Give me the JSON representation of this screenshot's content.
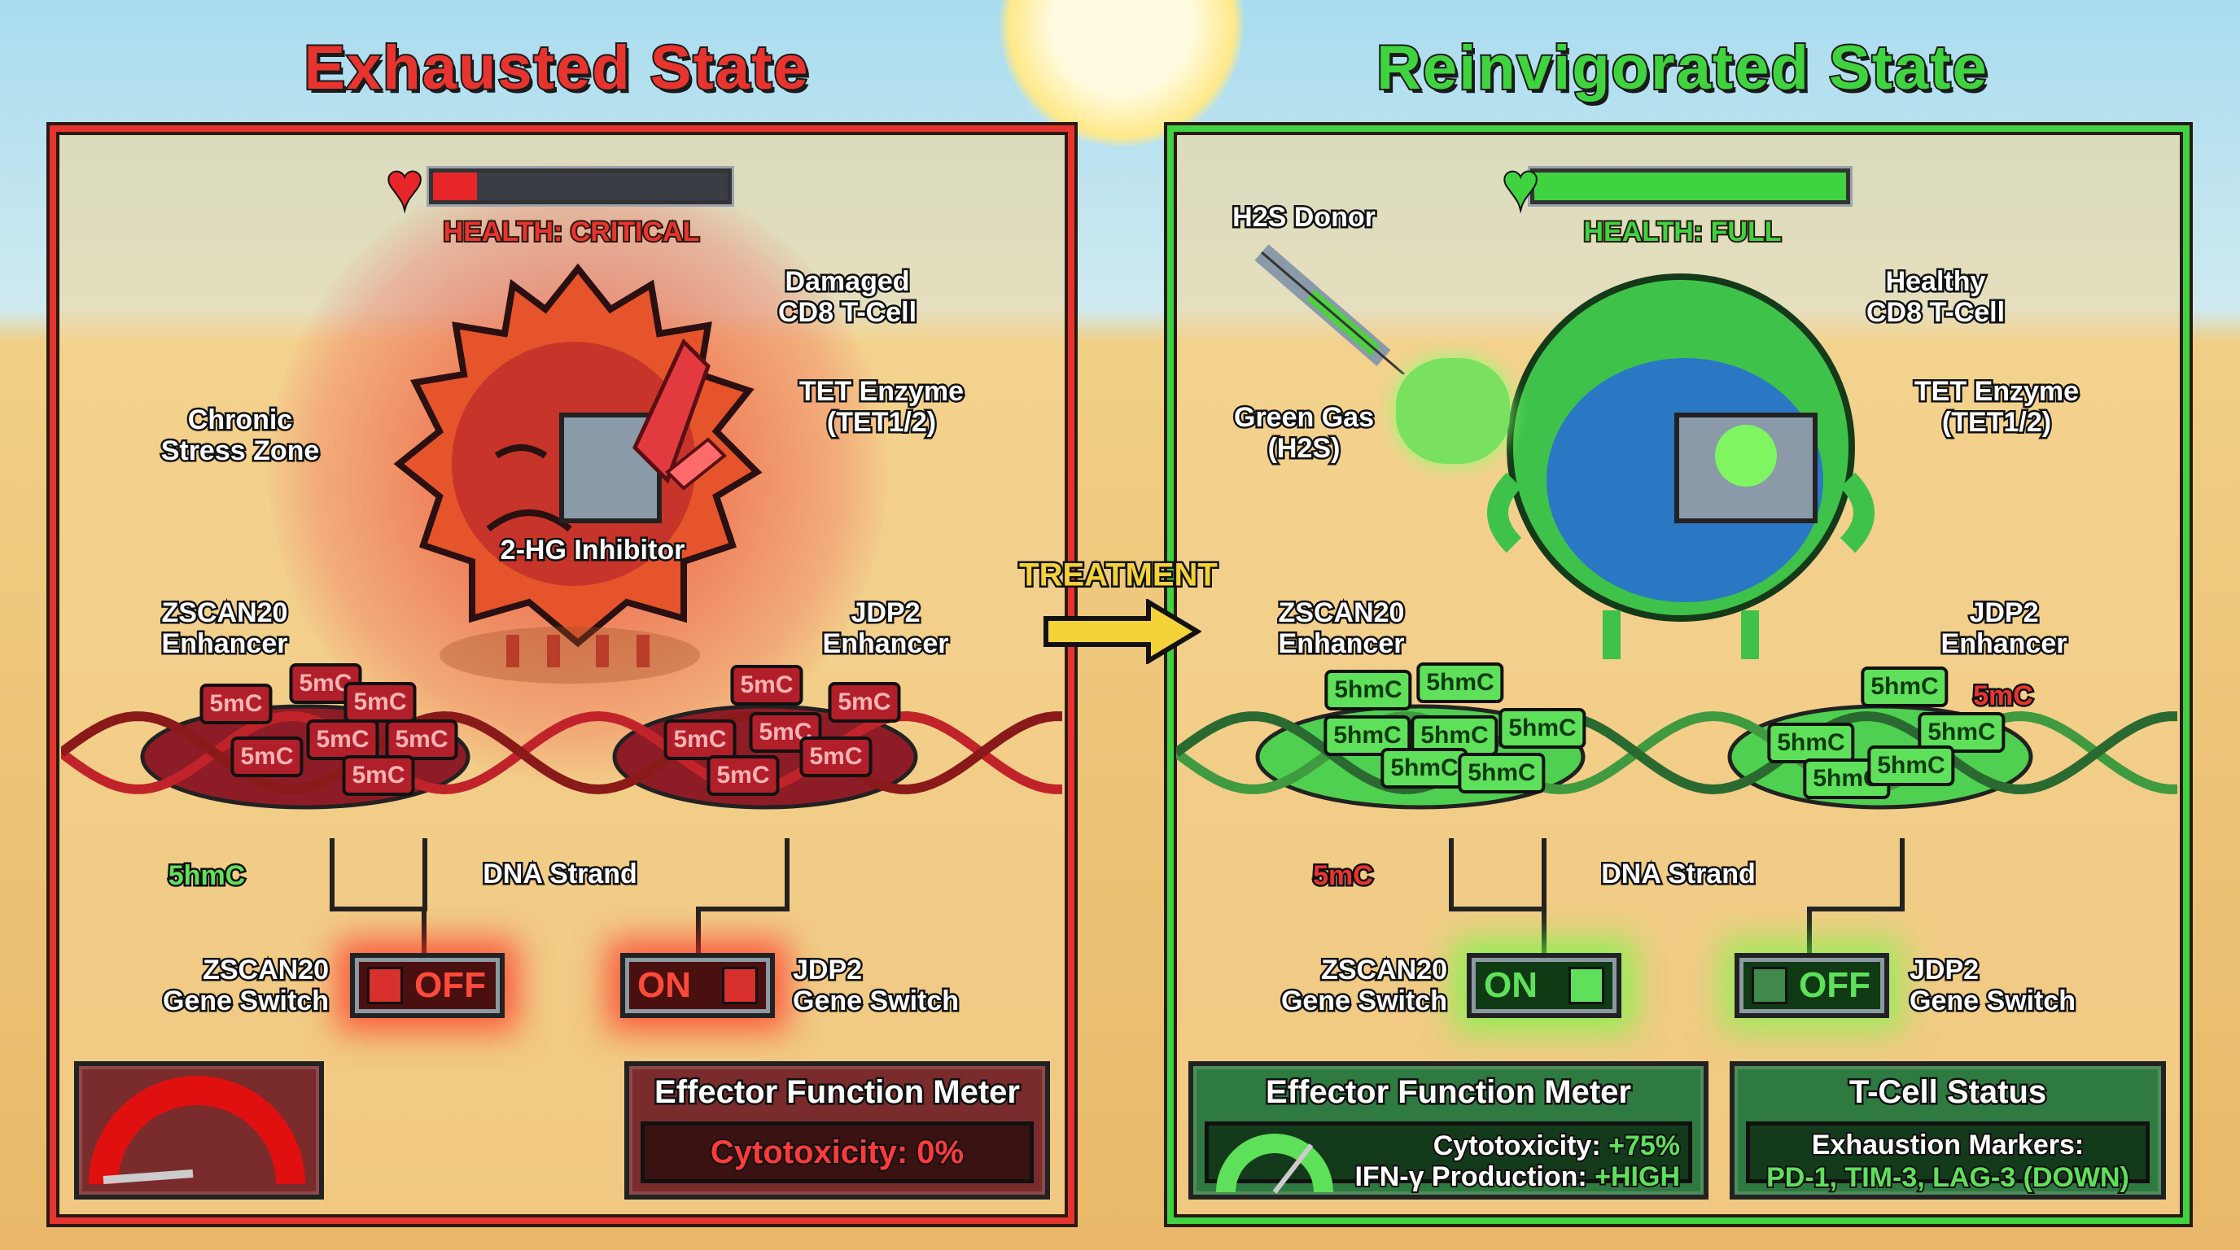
{
  "titles": {
    "left": "Exhausted State",
    "right": "Reinvigorated State"
  },
  "colors": {
    "exhausted": "#e8342f",
    "reinvigorated": "#3fd43f",
    "treatment": "#f3d23a"
  },
  "treatment_label": "TREATMENT",
  "left": {
    "health": {
      "label": "HEALTH: CRITICAL",
      "level_percent": 15,
      "icon": "heart-icon"
    },
    "labels": {
      "cell": "Damaged\nCD8 T-Cell",
      "tet": "TET Enzyme\n(TET1/2)",
      "stress": "Chronic\nStress Zone",
      "inhibitor": "2-HG Inhibitor",
      "zscan_enh": "ZSCAN20\nEnhancer",
      "jdp2_enh": "JDP2\nEnhancer",
      "dna": "DNA Strand",
      "free_mark": "5hmC"
    },
    "marks": [
      "5mC",
      "5mC",
      "5mC",
      "5mC",
      "5mC",
      "5mC",
      "5mC",
      "5mC",
      "5mC",
      "5mC",
      "5mC",
      "5mC",
      "5mC"
    ],
    "switches": [
      {
        "name": "ZSCAN20\nGene Switch",
        "state": "OFF"
      },
      {
        "name": "JDP2\nGene Switch",
        "state": "ON"
      }
    ],
    "meter": {
      "title": "Effector Function Meter",
      "text": "Cytotoxicity: 0%",
      "gauge_percent": 0
    }
  },
  "right": {
    "health": {
      "label": "HEALTH: FULL",
      "level_percent": 100,
      "icon": "heart-icon"
    },
    "labels": {
      "donor": "H2S Donor",
      "gas": "Green Gas\n(H2S)",
      "cell": "Healthy\nCD8 T-Cell",
      "tet": "TET Enzyme\n(TET1/2)",
      "zscan_enh": "ZSCAN20\nEnhancer",
      "jdp2_enh": "JDP2\nEnhancer",
      "dna": "DNA Strand",
      "free_mark": "5mC"
    },
    "marks": [
      "5hmC",
      "5hmC",
      "5hmC",
      "5hmC",
      "5hmC",
      "5hmC",
      "5hmC",
      "5hmC",
      "5hmC",
      "5hmC",
      "5hmC",
      "5hmC",
      "5mC"
    ],
    "switches": [
      {
        "name": "ZSCAN20\nGene Switch",
        "state": "ON"
      },
      {
        "name": "JDP2\nGene Switch",
        "state": "OFF"
      }
    ],
    "meter": {
      "title": "Effector Function Meter",
      "cytotoxicity_label": "Cytotoxicity: ",
      "cytotoxicity_value": "+75%",
      "ifn_label": "IFN-γ Production: ",
      "ifn_value": "+HIGH",
      "gauge_percent": 75
    },
    "status": {
      "title": "T-Cell Status",
      "markers_label": "Exhaustion Markers:",
      "markers_value": "PD-1, TIM-3, LAG-3 (DOWN)"
    }
  }
}
